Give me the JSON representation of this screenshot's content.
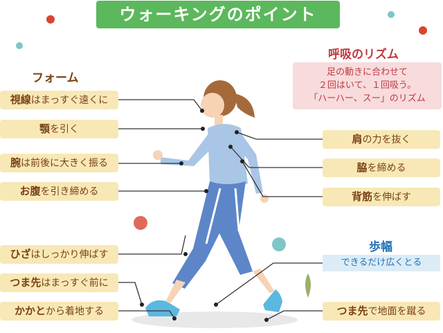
{
  "title": "ウォーキングのポイント",
  "form": {
    "heading": "フォーム",
    "items": [
      {
        "bold": "視線",
        "rest": "はまっすぐ遠くに"
      },
      {
        "bold": "顎",
        "rest": "を引く"
      },
      {
        "bold": "腕",
        "rest": "は前後に大きく振る"
      },
      {
        "bold": "お腹",
        "rest": "を引き締める"
      },
      {
        "bold": "ひざ",
        "rest": "はしっかり伸ばす"
      },
      {
        "bold": "つま先",
        "rest": "はまっすぐ前に"
      },
      {
        "bold": "かかと",
        "rest": "から着地する"
      }
    ]
  },
  "right_items": [
    {
      "bold": "肩",
      "rest": "の力を抜く"
    },
    {
      "bold": "脇",
      "rest": "を締める"
    },
    {
      "bold": "背筋",
      "rest": "を伸ばす"
    },
    {
      "bold": "つま先",
      "rest": "で地面を蹴る"
    }
  ],
  "breathing": {
    "heading": "呼吸のリズム",
    "lines": [
      "足の動きに合わせて",
      "２回はいて、１回吸う。",
      "「ハーハー、スー」のリズム"
    ]
  },
  "stride": {
    "heading": "歩幅",
    "text": "できるだけ広くとる"
  },
  "colors": {
    "title_bg": "#5cb85c",
    "label_bg": "#f8e8b6",
    "label_text": "#7a4214",
    "breath": "#c0393e",
    "stride": "#1f71b8"
  }
}
